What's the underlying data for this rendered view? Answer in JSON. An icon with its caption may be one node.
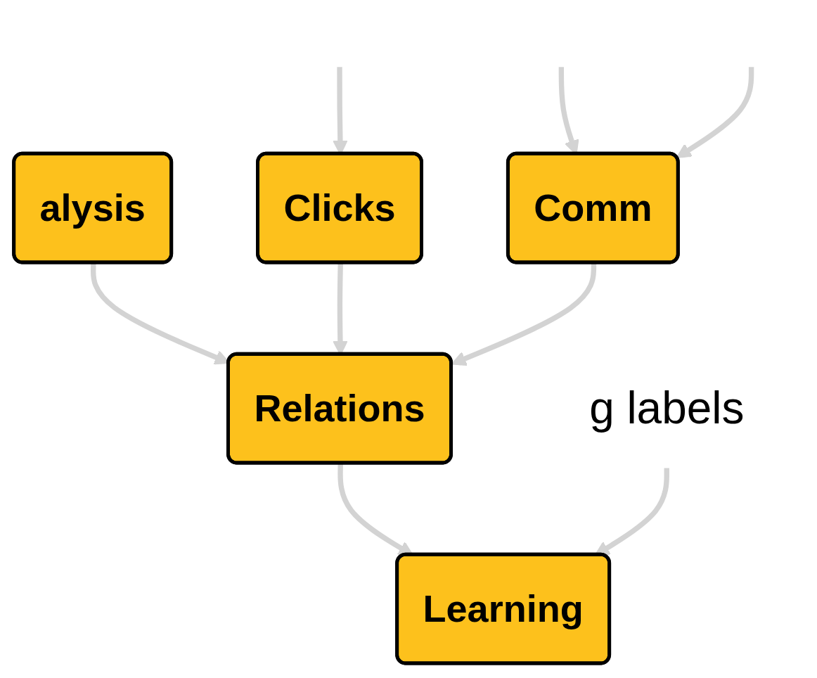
{
  "diagram": {
    "nodes": [
      {
        "text": [
          "alysis"
        ]
      },
      {
        "text": [
          "Clicks"
        ]
      },
      {
        "text": [
          "Comm"
        ]
      },
      {
        "text": [
          "Relations"
        ]
      },
      {
        "text": [
          "g labels"
        ]
      },
      {
        "text": [
          "Learning"
        ]
      }
    ],
    "edges": [
      {
        "from": null,
        "to": 1,
        "arrow": "to"
      },
      {
        "from": null,
        "to": 2,
        "arrow": "to"
      },
      {
        "from": null,
        "to": 2,
        "arrow": "to"
      },
      {
        "from": 0,
        "to": 3,
        "arrow": "to"
      },
      {
        "from": 1,
        "to": 3,
        "arrow": "to"
      },
      {
        "from": 2,
        "to": 3,
        "arrow": "to"
      },
      {
        "from": 3,
        "to": 5,
        "arrow": "to"
      },
      {
        "from": 4,
        "to": 5,
        "arrow": "to"
      }
    ]
  }
}
